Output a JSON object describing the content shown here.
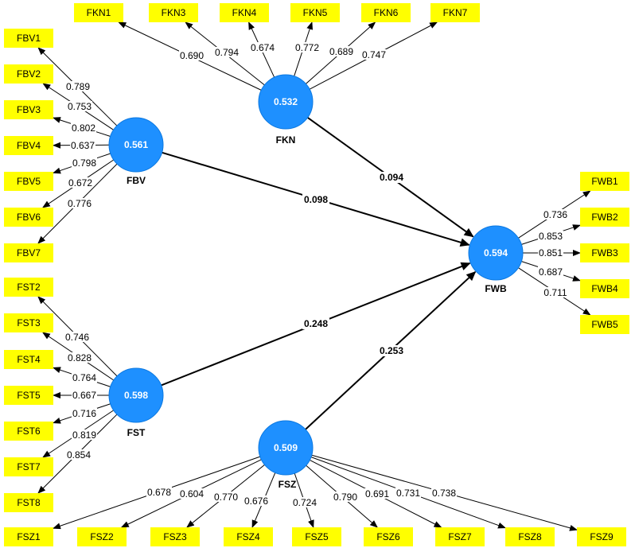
{
  "colors": {
    "latent_fill": "#1e90ff",
    "latent_stroke": "#0b78e0",
    "indicator_fill": "#ffff00",
    "arrow": "#000000"
  },
  "latents": [
    {
      "id": "FKN",
      "name": "FKN",
      "value": "0.532"
    },
    {
      "id": "FBV",
      "name": "FBV",
      "value": "0.561"
    },
    {
      "id": "FWB",
      "name": "FWB",
      "value": "0.594"
    },
    {
      "id": "FST",
      "name": "FST",
      "value": "0.598"
    },
    {
      "id": "FSZ",
      "name": "FSZ",
      "value": "0.509"
    }
  ],
  "indicators": [
    {
      "id": "FKN1",
      "label": "FKN1",
      "latent": "FKN",
      "loading": "0.690"
    },
    {
      "id": "FKN3",
      "label": "FKN3",
      "latent": "FKN",
      "loading": "0.794"
    },
    {
      "id": "FKN4",
      "label": "FKN4",
      "latent": "FKN",
      "loading": "0.674"
    },
    {
      "id": "FKN5",
      "label": "FKN5",
      "latent": "FKN",
      "loading": "0.772"
    },
    {
      "id": "FKN6",
      "label": "FKN6",
      "latent": "FKN",
      "loading": "0.689"
    },
    {
      "id": "FKN7",
      "label": "FKN7",
      "latent": "FKN",
      "loading": "0.747"
    },
    {
      "id": "FBV1",
      "label": "FBV1",
      "latent": "FBV",
      "loading": "0.789"
    },
    {
      "id": "FBV2",
      "label": "FBV2",
      "latent": "FBV",
      "loading": "0.753"
    },
    {
      "id": "FBV3",
      "label": "FBV3",
      "latent": "FBV",
      "loading": "0.802"
    },
    {
      "id": "FBV4",
      "label": "FBV4",
      "latent": "FBV",
      "loading": "0.637"
    },
    {
      "id": "FBV5",
      "label": "FBV5",
      "latent": "FBV",
      "loading": "0.798"
    },
    {
      "id": "FBV6",
      "label": "FBV6",
      "latent": "FBV",
      "loading": "0.672"
    },
    {
      "id": "FBV7",
      "label": "FBV7",
      "latent": "FBV",
      "loading": "0.776"
    },
    {
      "id": "FST2",
      "label": "FST2",
      "latent": "FST",
      "loading": "0.746"
    },
    {
      "id": "FST3",
      "label": "FST3",
      "latent": "FST",
      "loading": "0.828"
    },
    {
      "id": "FST4",
      "label": "FST4",
      "latent": "FST",
      "loading": "0.764"
    },
    {
      "id": "FST5",
      "label": "FST5",
      "latent": "FST",
      "loading": "0.667"
    },
    {
      "id": "FST6",
      "label": "FST6",
      "latent": "FST",
      "loading": "0.716"
    },
    {
      "id": "FST7",
      "label": "FST7",
      "latent": "FST",
      "loading": "0.819"
    },
    {
      "id": "FST8",
      "label": "FST8",
      "latent": "FST",
      "loading": "0.854"
    },
    {
      "id": "FWB1",
      "label": "FWB1",
      "latent": "FWB",
      "loading": "0.736"
    },
    {
      "id": "FWB2",
      "label": "FWB2",
      "latent": "FWB",
      "loading": "0.853"
    },
    {
      "id": "FWB3",
      "label": "FWB3",
      "latent": "FWB",
      "loading": "0.851"
    },
    {
      "id": "FWB4",
      "label": "FWB4",
      "latent": "FWB",
      "loading": "0.687"
    },
    {
      "id": "FWB5",
      "label": "FWB5",
      "latent": "FWB",
      "loading": "0.711"
    },
    {
      "id": "FSZ1",
      "label": "FSZ1",
      "latent": "FSZ",
      "loading": "0.678"
    },
    {
      "id": "FSZ2",
      "label": "FSZ2",
      "latent": "FSZ",
      "loading": "0.604"
    },
    {
      "id": "FSZ3",
      "label": "FSZ3",
      "latent": "FSZ",
      "loading": "0.770"
    },
    {
      "id": "FSZ4",
      "label": "FSZ4",
      "latent": "FSZ",
      "loading": "0.676"
    },
    {
      "id": "FSZ5",
      "label": "FSZ5",
      "latent": "FSZ",
      "loading": "0.724"
    },
    {
      "id": "FSZ6",
      "label": "FSZ6",
      "latent": "FSZ",
      "loading": "0.790"
    },
    {
      "id": "FSZ7",
      "label": "FSZ7",
      "latent": "FSZ",
      "loading": "0.691"
    },
    {
      "id": "FSZ8",
      "label": "FSZ8",
      "latent": "FSZ",
      "loading": "0.731"
    },
    {
      "id": "FSZ9",
      "label": "FSZ9",
      "latent": "FSZ",
      "loading": "0.738"
    }
  ],
  "paths": [
    {
      "from": "FKN",
      "to": "FWB",
      "coef": "0.094"
    },
    {
      "from": "FBV",
      "to": "FWB",
      "coef": "0.098"
    },
    {
      "from": "FST",
      "to": "FWB",
      "coef": "0.248"
    },
    {
      "from": "FSZ",
      "to": "FWB",
      "coef": "0.253"
    }
  ]
}
